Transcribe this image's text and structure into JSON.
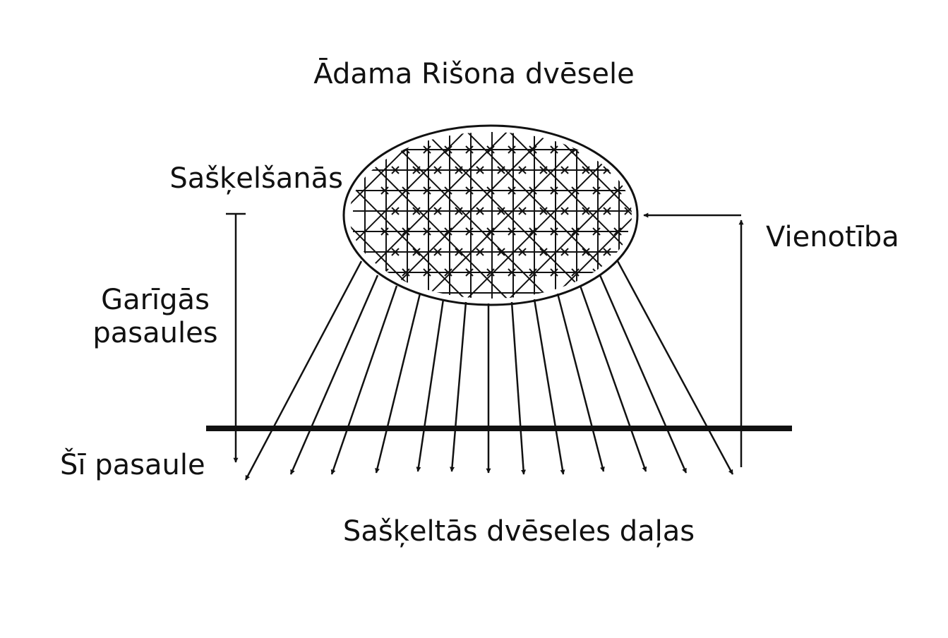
{
  "diagram": {
    "title": "Ādama Rišona dvēsele",
    "labels": {
      "splitting": "Sašķelšanās",
      "spiritual_worlds_line1": "Garīgās",
      "spiritual_worlds_line2": "pasaules",
      "unity": "Vienotība",
      "this_world": "Šī pasaule",
      "split_soul_parts": "Sašķeltās dvēseles daļas"
    },
    "nodes": [
      {
        "id": "soul",
        "shape": "ellipse with grid"
      },
      {
        "id": "this-world-line",
        "shape": "horizontal bar"
      }
    ],
    "edges": [
      {
        "from": "soul",
        "to": "this-world-line",
        "kind": "fan of 13 arrows"
      },
      {
        "from": "splitting",
        "to": "this-world",
        "kind": "descending arrow"
      },
      {
        "from": "this-world",
        "to": "soul",
        "kind": "ascending arrow (unity)"
      }
    ],
    "colors": {
      "ink": "#111111",
      "background": "#ffffff"
    }
  }
}
